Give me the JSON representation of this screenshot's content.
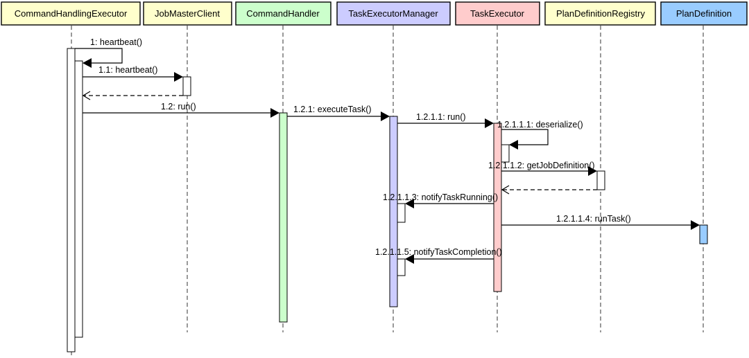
{
  "participants": [
    {
      "id": "che",
      "name": "CommandHandlingExecutor",
      "color": "#ffffcc"
    },
    {
      "id": "jmc",
      "name": "JobMasterClient",
      "color": "#ffffcc"
    },
    {
      "id": "ch",
      "name": "CommandHandler",
      "color": "#ccffcc"
    },
    {
      "id": "tem",
      "name": "TaskExecutorManager",
      "color": "#ccccff"
    },
    {
      "id": "te",
      "name": "TaskExecutor",
      "color": "#ffcccc"
    },
    {
      "id": "pdr",
      "name": "PlanDefinitionRegistry",
      "color": "#ffffcc"
    },
    {
      "id": "pd",
      "name": "PlanDefinition",
      "color": "#99ccff"
    }
  ],
  "messages": [
    {
      "id": "m1",
      "label": "1: heartbeat()",
      "from": "che",
      "to": "che",
      "kind": "self"
    },
    {
      "id": "m11",
      "label": "1.1: heartbeat()",
      "from": "che",
      "to": "jmc",
      "kind": "call"
    },
    {
      "id": "m11r",
      "label": "",
      "from": "jmc",
      "to": "che",
      "kind": "return"
    },
    {
      "id": "m12",
      "label": "1.2: run()",
      "from": "che",
      "to": "ch",
      "kind": "call"
    },
    {
      "id": "m121",
      "label": "1.2.1: executeTask()",
      "from": "ch",
      "to": "tem",
      "kind": "call"
    },
    {
      "id": "m1211",
      "label": "1.2.1.1: run()",
      "from": "tem",
      "to": "te",
      "kind": "call"
    },
    {
      "id": "m12111",
      "label": "1.2.1.1.1: deserialize()",
      "from": "te",
      "to": "te",
      "kind": "self"
    },
    {
      "id": "m12112",
      "label": "1.2.1.1.2: getJobDefinition()",
      "from": "te",
      "to": "pdr",
      "kind": "call"
    },
    {
      "id": "m12112r",
      "label": "",
      "from": "pdr",
      "to": "te",
      "kind": "return"
    },
    {
      "id": "m12113",
      "label": "1.2.1.1.3: notifyTaskRunning()",
      "from": "te",
      "to": "tem",
      "kind": "call"
    },
    {
      "id": "m12114",
      "label": "1.2.1.1.4: runTask()",
      "from": "te",
      "to": "pd",
      "kind": "call"
    },
    {
      "id": "m12115",
      "label": "1.2.1.1.5: notifyTaskCompletion()",
      "from": "te",
      "to": "tem",
      "kind": "call"
    }
  ]
}
